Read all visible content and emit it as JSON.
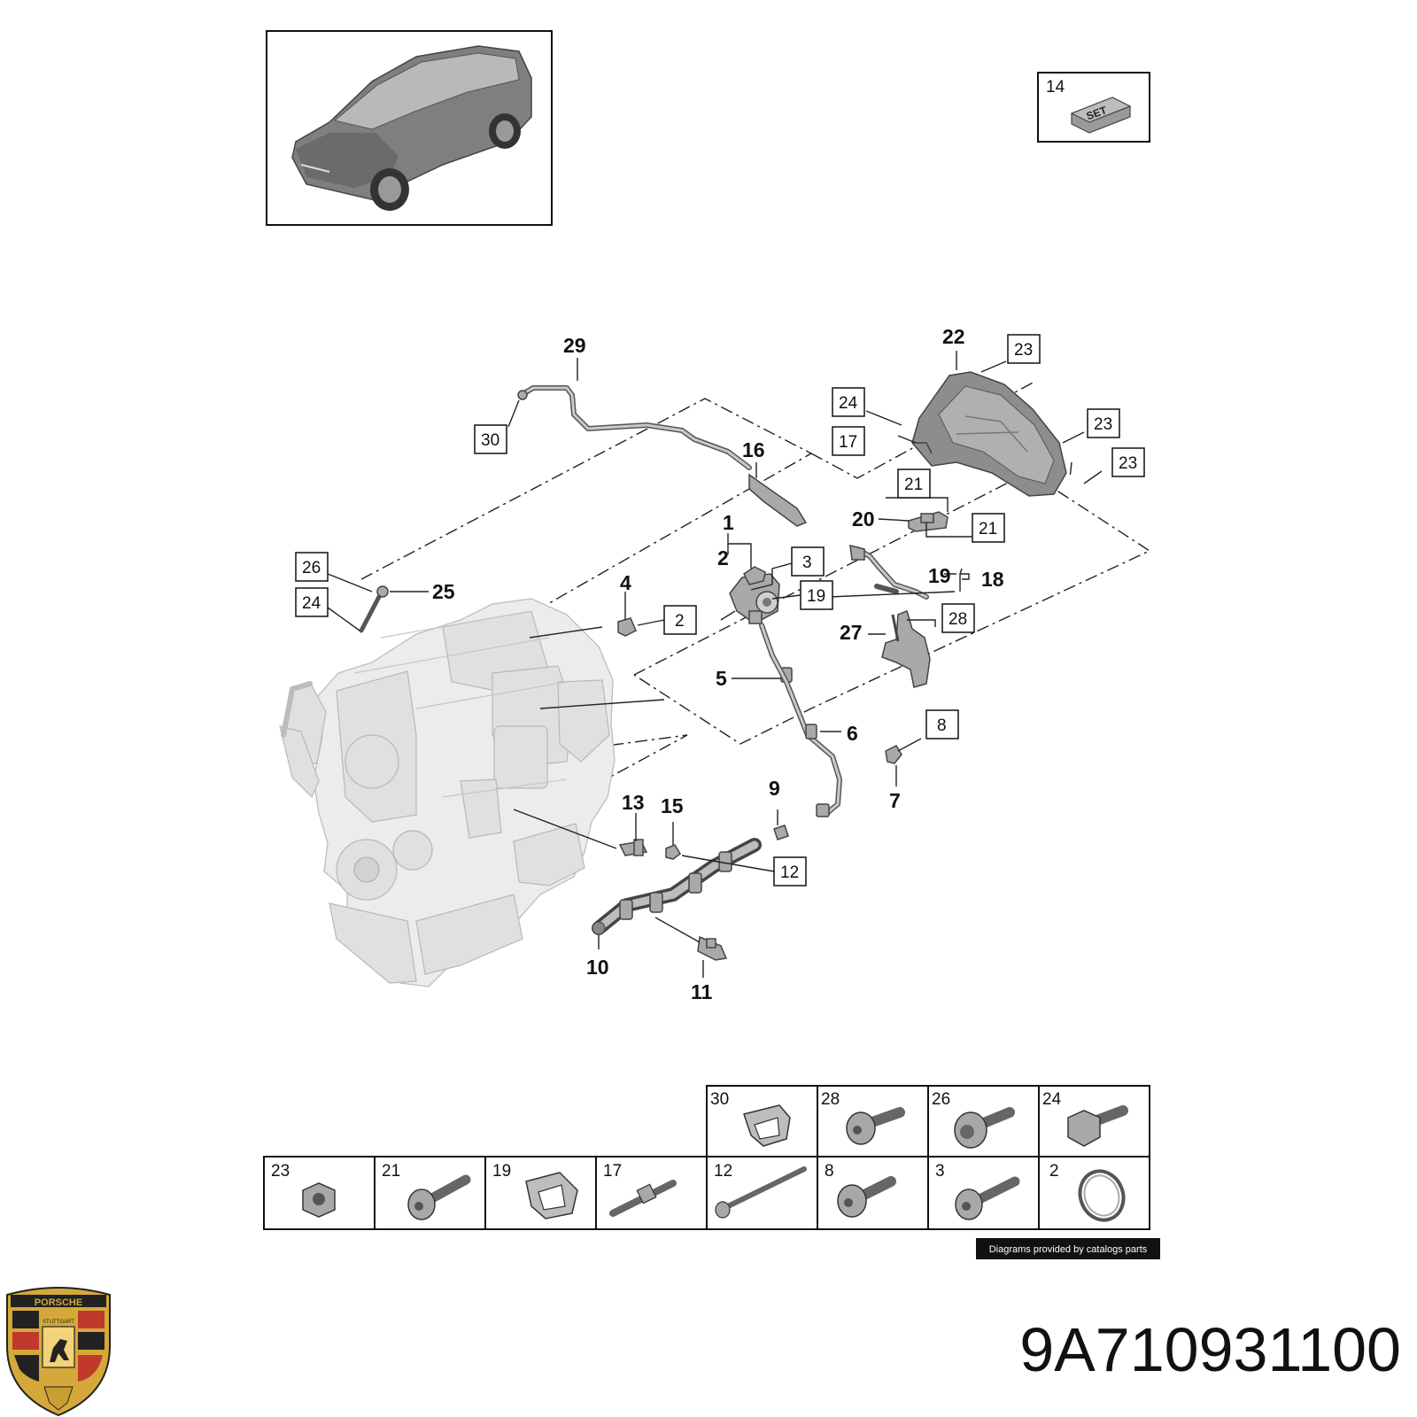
{
  "part_number": "9A710931100",
  "credit": "Diagrams provided by catalogs parts",
  "set_box": {
    "number": "14",
    "label": "SET"
  },
  "callouts": [
    {
      "id": "c29",
      "label": "29"
    },
    {
      "id": "c22",
      "label": "22"
    },
    {
      "id": "c16",
      "label": "16"
    },
    {
      "id": "c1",
      "label": "1"
    },
    {
      "id": "c2",
      "label": "2"
    },
    {
      "id": "c20",
      "label": "20"
    },
    {
      "id": "c19",
      "label": "19"
    },
    {
      "id": "c18",
      "label": "18"
    },
    {
      "id": "c25",
      "label": "25"
    },
    {
      "id": "c4",
      "label": "4"
    },
    {
      "id": "c27",
      "label": "27"
    },
    {
      "id": "c5",
      "label": "5"
    },
    {
      "id": "c6",
      "label": "6"
    },
    {
      "id": "c7",
      "label": "7"
    },
    {
      "id": "c9",
      "label": "9"
    },
    {
      "id": "c13",
      "label": "13"
    },
    {
      "id": "c15",
      "label": "15"
    },
    {
      "id": "c10",
      "label": "10"
    },
    {
      "id": "c11",
      "label": "11"
    }
  ],
  "boxed_refs": [
    {
      "id": "b23a",
      "label": "23"
    },
    {
      "id": "b24a",
      "label": "24"
    },
    {
      "id": "b23b",
      "label": "23"
    },
    {
      "id": "b17",
      "label": "17"
    },
    {
      "id": "b23c",
      "label": "23"
    },
    {
      "id": "b30",
      "label": "30"
    },
    {
      "id": "b21a",
      "label": "21"
    },
    {
      "id": "b21b",
      "label": "21"
    },
    {
      "id": "b3",
      "label": "3"
    },
    {
      "id": "b26",
      "label": "26"
    },
    {
      "id": "b19",
      "label": "19"
    },
    {
      "id": "b24b",
      "label": "24"
    },
    {
      "id": "b2",
      "label": "2"
    },
    {
      "id": "b28",
      "label": "28"
    },
    {
      "id": "b8",
      "label": "8"
    },
    {
      "id": "b12",
      "label": "12"
    }
  ],
  "hardware_grid": {
    "top_row": [
      {
        "label": "30",
        "icon": "clip-icon"
      },
      {
        "label": "28",
        "icon": "torx-bolt-icon"
      },
      {
        "label": "26",
        "icon": "splined-bolt-icon"
      },
      {
        "label": "24",
        "icon": "hex-bolt-icon"
      }
    ],
    "bottom_row": [
      {
        "label": "23",
        "icon": "hex-nut-icon"
      },
      {
        "label": "21",
        "icon": "torx-bolt-icon"
      },
      {
        "label": "19",
        "icon": "clip-icon"
      },
      {
        "label": "17",
        "icon": "stud-icon"
      },
      {
        "label": "12",
        "icon": "long-bolt-icon"
      },
      {
        "label": "8",
        "icon": "torx-bolt-icon"
      },
      {
        "label": "3",
        "icon": "torx-bolt-icon"
      },
      {
        "label": "2",
        "icon": "o-ring-icon"
      }
    ]
  },
  "logo": {
    "icon": "porsche-crest-icon",
    "text": "PORSCHE",
    "sub": "STUTTGART"
  }
}
